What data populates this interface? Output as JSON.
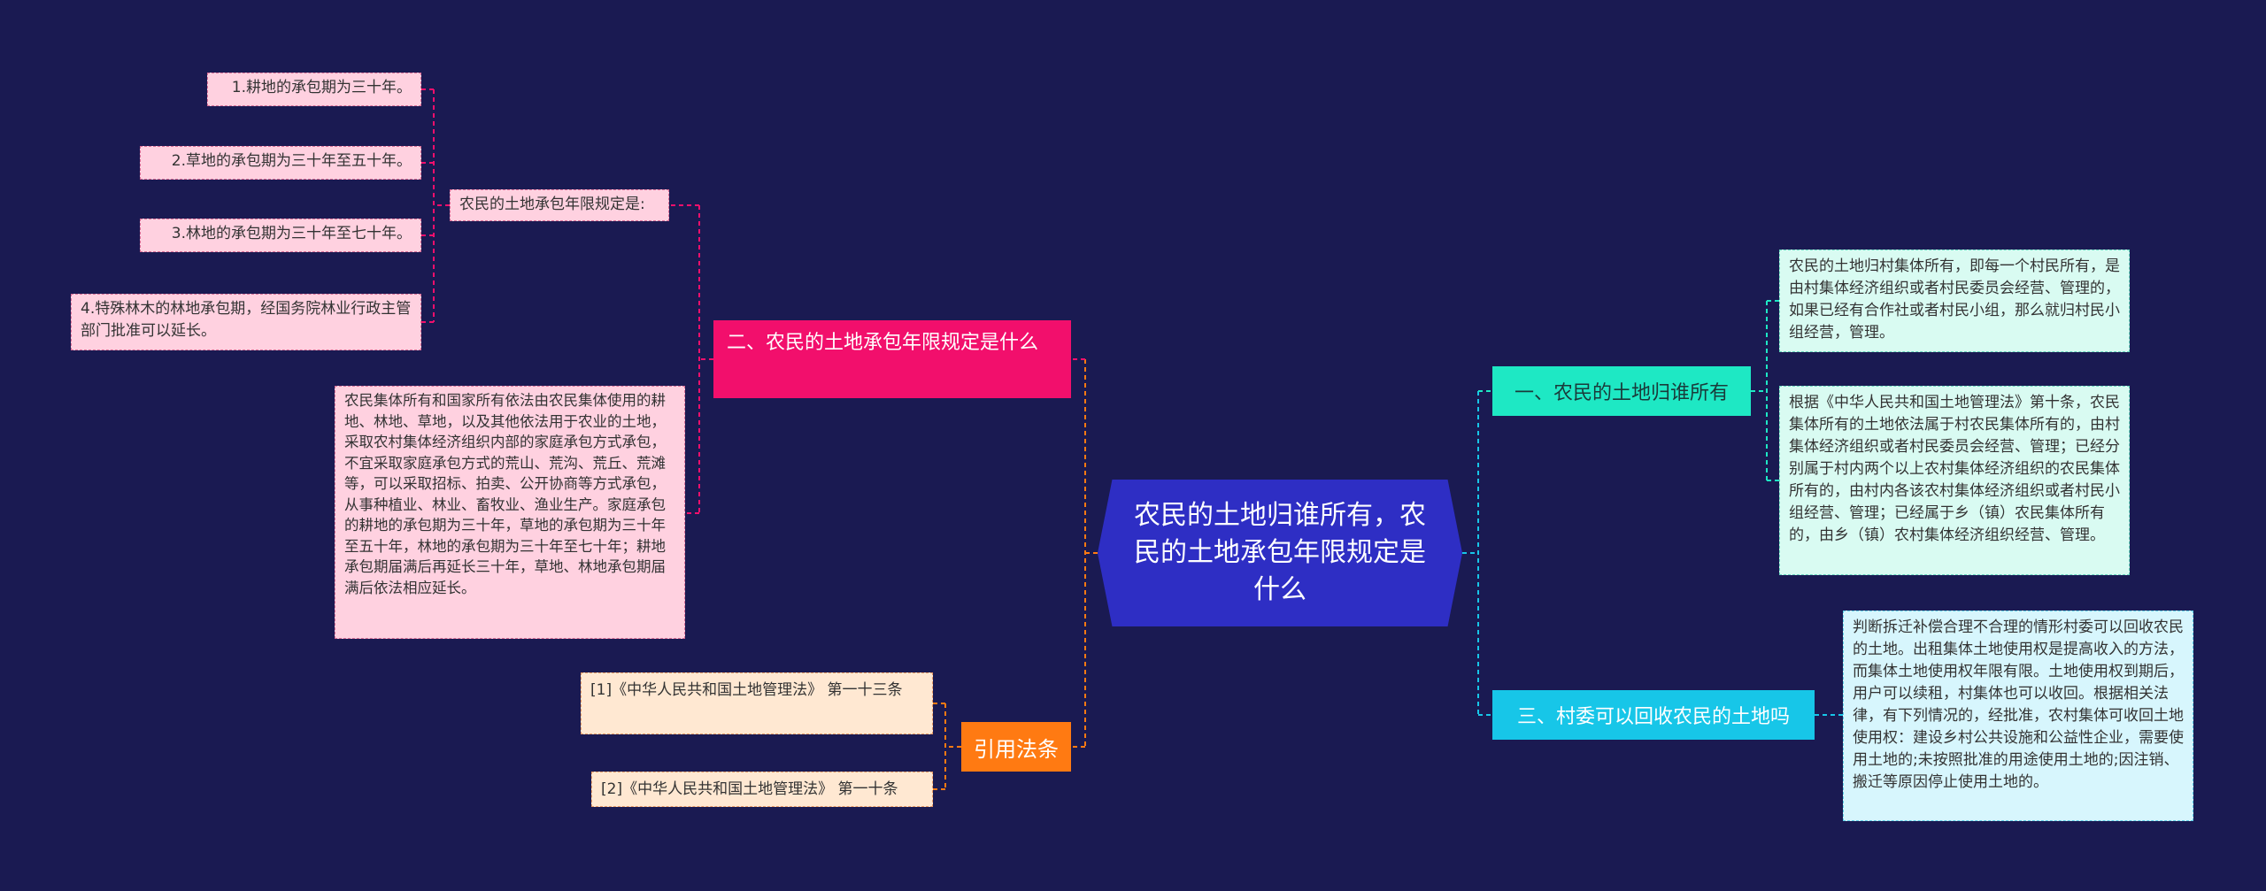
{
  "mindmap": {
    "root": "农民的土地归谁所有，农民的土地承包年限规定是什么",
    "left": {
      "branch_term": "二、农民的土地承包年限规定是什么",
      "term_group_title": "农民的土地承包年限规定是:",
      "term_items": [
        "1.耕地的承包期为三十年。",
        "2.草地的承包期为三十年至五十年。",
        "3.林地的承包期为三十年至七十年。",
        "4.特殊林木的林地承包期，经国务院林业行政主管部门批准可以延长。"
      ],
      "term_detail": "农民集体所有和国家所有依法由农民集体使用的耕地、林地、草地，以及其他依法用于农业的土地，采取农村集体经济组织内部的家庭承包方式承包，不宜采取家庭承包方式的荒山、荒沟、荒丘、荒滩等，可以采取招标、拍卖、公开协商等方式承包，从事种植业、林业、畜牧业、渔业生产。家庭承包的耕地的承包期为三十年，草地的承包期为三十年至五十年，林地的承包期为三十年至七十年；耕地承包期届满后再延长三十年，草地、林地承包期届满后依法相应延长。",
      "branch_law": "引用法条",
      "law_items": [
        "[1]《中华人民共和国土地管理法》 第一十三条",
        "[2]《中华人民共和国土地管理法》 第一十条"
      ]
    },
    "right": {
      "branch_owner": "一、农民的土地归谁所有",
      "owner_items": [
        "农民的土地归村集体所有，即每一个村民所有，是由村集体经济组织或者村民委员会经营、管理的，如果已经有合作社或者村民小组，那么就归村民小组经营，管理。",
        "根据《中华人民共和国土地管理法》第十条，农民集体所有的土地依法属于村农民集体所有的，由村集体经济组织或者村民委员会经营、管理；已经分别属于村内两个以上农村集体经济组织的农民集体所有的，由村内各该农村集体经济组织或者村民小组经营、管理；已经属于乡（镇）农民集体所有的，由乡（镇）农村集体经济组织经营、管理。"
      ],
      "branch_reclaim": "三、村委可以回收农民的土地吗",
      "reclaim_detail": "判断拆迁补偿合理不合理的情形村委可以回收农民的土地。出租集体土地使用权是提高收入的方法，而集体土地使用权年限有限。土地使用权到期后，用户可以续租，村集体也可以收回。根据相关法律，有下列情况的，经批准，农村集体可收回土地使用权：建设乡村公共设施和公益性企业，需要使用土地的;未按照批准的用途使用土地的;因注销、搬迁等原因停止使用土地的。"
    }
  },
  "colors": {
    "background": "#1a1a52",
    "root": "#2e2ec4",
    "pink": "#f20f6c",
    "orange": "#ff7a12",
    "teal": "#1ee8c4",
    "cyan": "#17c6e8"
  }
}
